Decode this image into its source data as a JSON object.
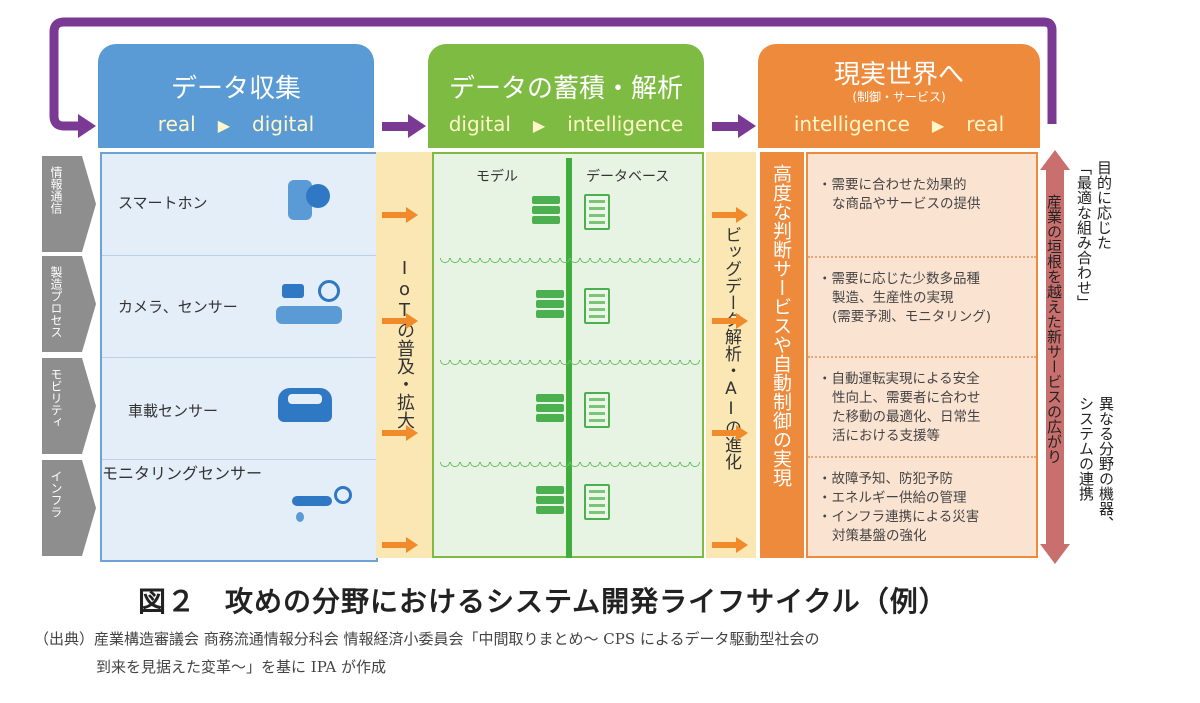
{
  "phases": [
    {
      "title": "データ収集",
      "sub": "",
      "from": "real",
      "to": "digital",
      "color": "#5b9bd5"
    },
    {
      "title": "データの蓄積・解析",
      "sub": "",
      "from": "digital",
      "to": "intelligence",
      "color": "#7dbb42"
    },
    {
      "title": "現実世界へ",
      "sub": "(制御・サービス)",
      "from": "intelligence",
      "to": "real",
      "color": "#ee8a3c"
    }
  ],
  "flow_marker": "▶",
  "side_tabs": [
    "情報通信",
    "製造プロセス",
    "モビリティ",
    "インフラ"
  ],
  "devices": [
    {
      "label": "スマートホン",
      "icon": "smartphone-icon"
    },
    {
      "label": "カメラ、センサー",
      "icon": "camera-sensor-icon"
    },
    {
      "label": "車載センサー",
      "icon": "car-icon"
    },
    {
      "label": "モニタリングセンサー",
      "icon": "water-pipe-icon"
    }
  ],
  "iot_band": "IoTの普及・拡大",
  "analysis_headers": {
    "model": "モデル",
    "database": "データベース"
  },
  "bigdata_band": "ビッグデータ解析・AIの進化",
  "service_band": "高度な判断サービスや自動制御の実現",
  "services": [
    [
      "・需要に合わせた効果的",
      "な商品やサービスの提供"
    ],
    [
      "・需要に応じた少数多品種",
      "製造、生産性の実現",
      "(需要予測、モニタリング)"
    ],
    [
      "・自動運転実現による安全",
      "性向上、需要者に合わせ",
      "た移動の最適化、日常生",
      "活における支援等"
    ],
    [
      "・故障予知、防犯予防",
      "・エネルギー供給の管理",
      "・インフラ連携による災害",
      "対策基盤の強化"
    ]
  ],
  "right_axis": "産業の垣根を越えた新サービスの広がり",
  "right_top": [
    "目的に応じた",
    "「最適な組み合わせ」"
  ],
  "right_bottom": [
    "異なる分野の機器、",
    "システムの連携"
  ],
  "caption": "図２　攻めの分野におけるシステム開発ライフサイクル（例）",
  "source_line1": "（出典）産業構造審議会 商務流通情報分科会 情報経済小委員会「中間取りまとめ～ CPS によるデータ駆動型社会の",
  "source_line2": "到来を見据えた変革～」を基に IPA が作成",
  "colors": {
    "purple": "#7a3a94",
    "blue": "#5b9bd5",
    "green": "#7dbb42",
    "orange": "#ee8a3c",
    "band": "#fbe7b4"
  }
}
